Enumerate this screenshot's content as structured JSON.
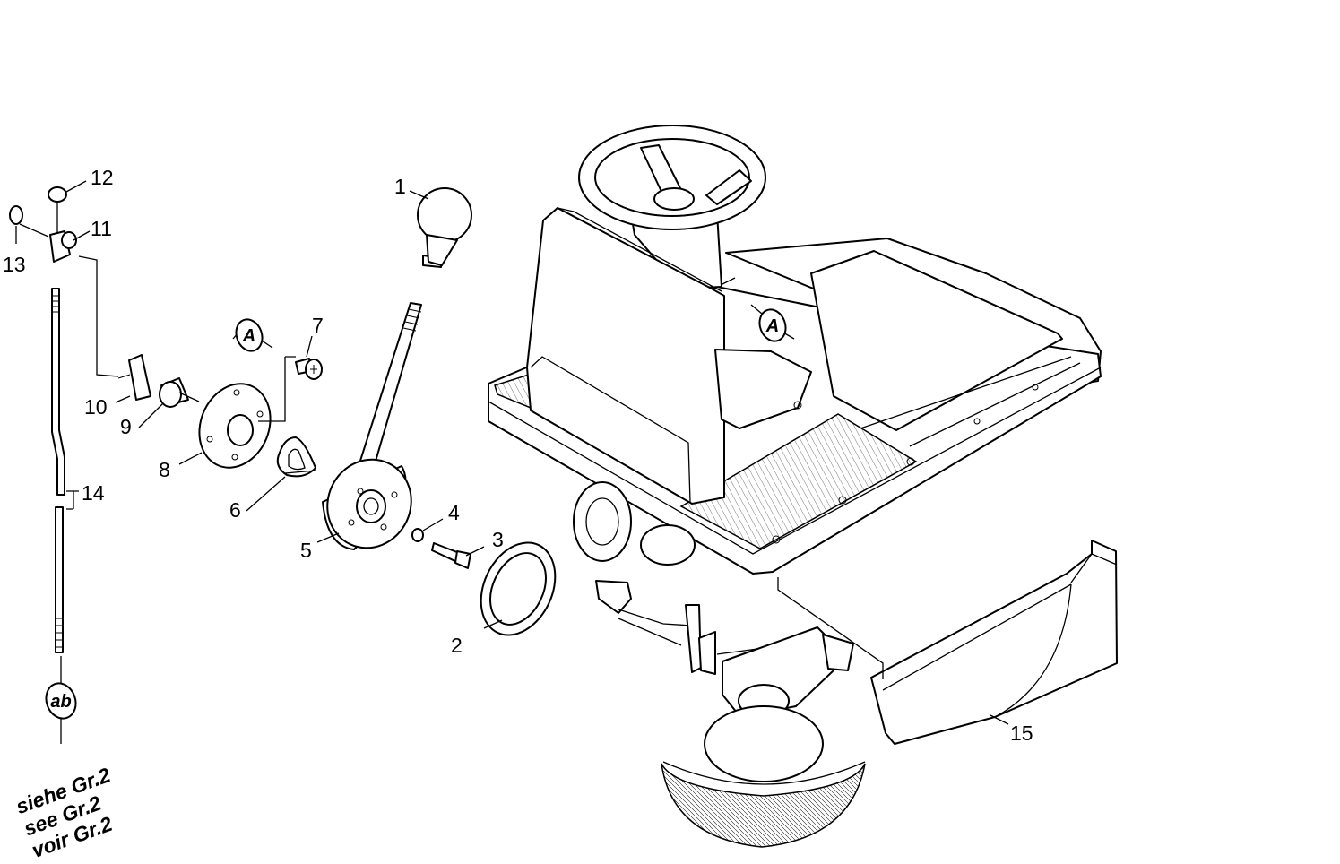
{
  "callouts": {
    "c1": "1",
    "c2": "2",
    "c3": "3",
    "c4": "4",
    "c5": "5",
    "c6": "6",
    "c7": "7",
    "c8": "8",
    "c9": "9",
    "c10": "10",
    "c11": "11",
    "c12": "12",
    "c13": "13",
    "c14": "14",
    "c15": "15"
  },
  "references": {
    "ref_a_left": "A",
    "ref_a_right": "A",
    "ref_ab": "ab"
  },
  "notes": {
    "de": "siehe Gr.2",
    "en": "see Gr.2",
    "fr": "voir Gr.2"
  }
}
